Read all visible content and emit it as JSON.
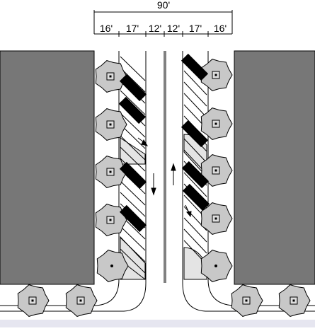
{
  "dimensions": {
    "total": "90'",
    "segments": [
      "16'",
      "17'",
      "12'",
      "12'",
      "17'",
      "16'"
    ]
  },
  "colors": {
    "building": "#777777",
    "tree_canopy": "#c8c8c8",
    "island": "#e4e4e4",
    "car": "#000000",
    "line": "#000000",
    "band": "#e6e6f0"
  },
  "legend_icons": [
    "tree-icon",
    "car-icon",
    "arrow-icon"
  ]
}
